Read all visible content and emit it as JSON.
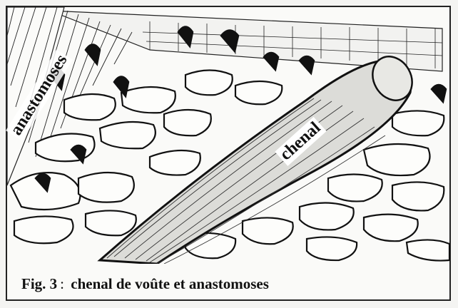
{
  "figure": {
    "label_anastomoses": "anastomoses",
    "label_chenal": "chenal",
    "caption_prefix": "Fig. 3",
    "caption_separator": ":",
    "caption_text": "chenal de voûte et anastomoses"
  }
}
